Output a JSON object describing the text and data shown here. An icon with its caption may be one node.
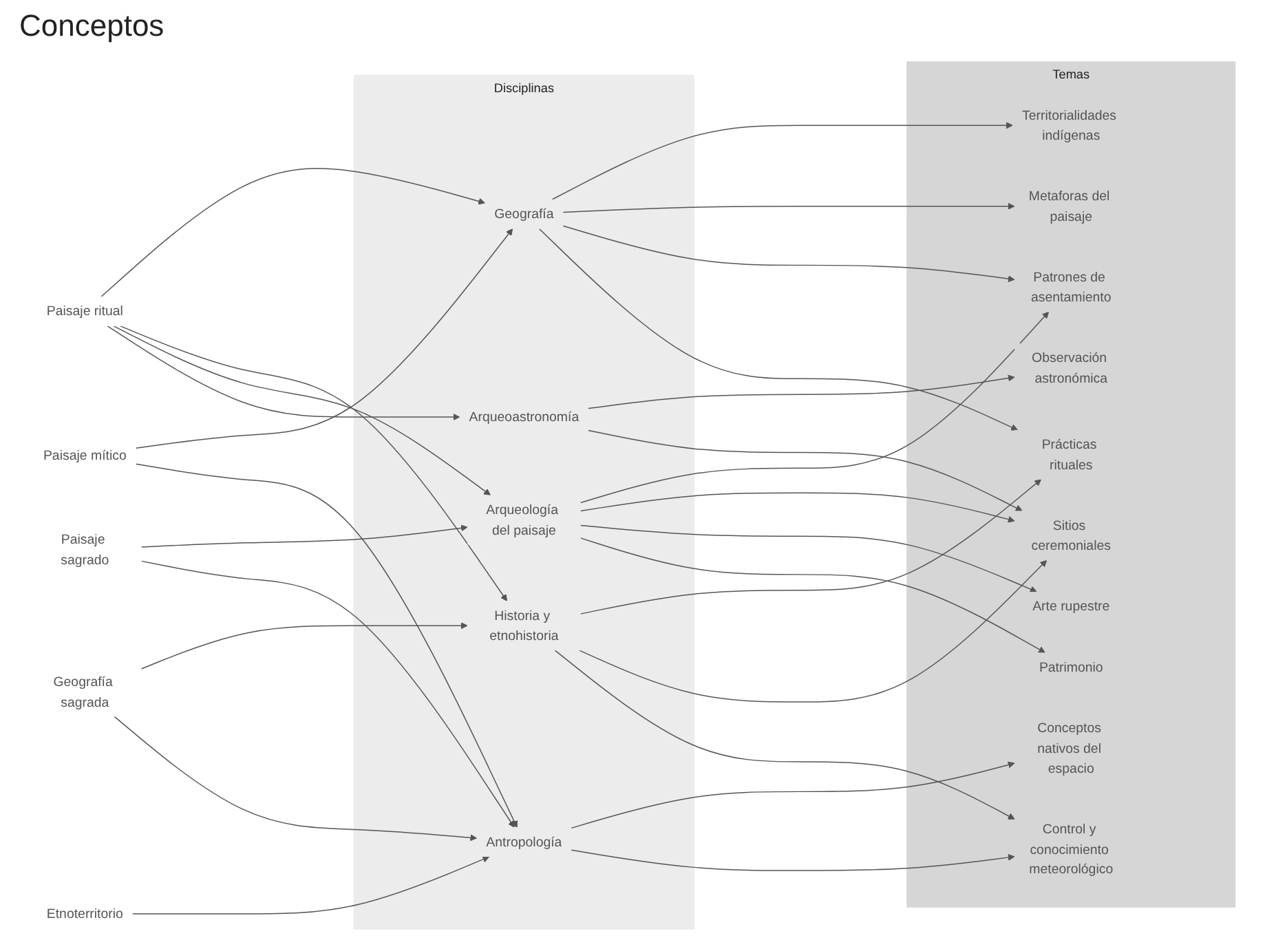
{
  "diagram": {
    "nodes": [
      {
        "text": [
          "Paisaje ritual"
        ]
      },
      {
        "text": [
          "Paisaje sagrado"
        ]
      },
      {
        "text": [
          "Paisaje mítico"
        ]
      },
      {
        "text": [
          "Geografía sagrada"
        ]
      },
      {
        "text": [
          "Etnoterritorio"
        ]
      },
      {
        "text": [
          "Disciplinas"
        ]
      },
      {
        "text": [
          "Geografía"
        ],
        "in": 5
      },
      {
        "text": [
          "Historia y etnohistoria"
        ],
        "in": 5
      },
      {
        "text": [
          "Arqueología del paisaje"
        ],
        "in": 5
      },
      {
        "text": [
          "Arqueoastronomía"
        ],
        "in": 5
      },
      {
        "text": [
          "Antropología"
        ],
        "in": 5
      },
      {
        "text": [
          "Temas"
        ]
      },
      {
        "text": [
          "Territorialidades indígenas"
        ],
        "in": 11
      },
      {
        "text": [
          "Metaforas del paisaje"
        ],
        "in": 11
      },
      {
        "text": [
          "Patrones de asentamiento"
        ],
        "in": 11
      },
      {
        "text": [
          "Prácticas rituales"
        ],
        "in": 11
      },
      {
        "text": [
          "Sitios ceremoniales"
        ],
        "in": 11
      },
      {
        "text": [
          "Arte rupestre"
        ],
        "in": 11
      },
      {
        "text": [
          "Patrimonio"
        ],
        "in": 11
      },
      {
        "text": [
          "Observación astronómica"
        ],
        "in": 11
      },
      {
        "text": [
          "Conceptos nativos del espacio"
        ],
        "in": 11
      },
      {
        "text": [
          "Control y conocimiento meteorológico"
        ],
        "in": 11
      }
    ],
    "edges": [
      {
        "from": 0,
        "to": 6,
        "arrow": "to"
      },
      {
        "from": 0,
        "to": 7,
        "arrow": "to"
      },
      {
        "from": 0,
        "to": 8,
        "arrow": "to"
      },
      {
        "from": 0,
        "to": 9,
        "arrow": "to"
      },
      {
        "from": 1,
        "to": 8,
        "arrow": "to"
      },
      {
        "from": 1,
        "to": 10,
        "arrow": "to"
      },
      {
        "from": 2,
        "to": 6,
        "arrow": "to"
      },
      {
        "from": 2,
        "to": 10,
        "arrow": "to"
      },
      {
        "from": 3,
        "to": 7,
        "arrow": "to"
      },
      {
        "from": 3,
        "to": 10,
        "arrow": "to"
      },
      {
        "from": 4,
        "to": 10,
        "arrow": "to"
      },
      {
        "from": 6,
        "to": 12,
        "arrow": "to"
      },
      {
        "from": 6,
        "to": 13,
        "arrow": "to"
      },
      {
        "from": 6,
        "to": 14,
        "arrow": "to"
      },
      {
        "from": 6,
        "to": 15,
        "arrow": "to"
      },
      {
        "from": 7,
        "to": 15,
        "arrow": "to"
      },
      {
        "from": 7,
        "to": 16,
        "arrow": "to"
      },
      {
        "from": 7,
        "to": 21,
        "arrow": "to"
      },
      {
        "from": 8,
        "to": 14,
        "arrow": "to"
      },
      {
        "from": 8,
        "to": 16,
        "arrow": "to"
      },
      {
        "from": 8,
        "to": 17,
        "arrow": "to"
      },
      {
        "from": 8,
        "to": 18,
        "arrow": "to"
      },
      {
        "from": 9,
        "to": 19,
        "arrow": "to"
      },
      {
        "from": 9,
        "to": 16,
        "arrow": "to"
      },
      {
        "from": 10,
        "to": 20,
        "arrow": "to"
      },
      {
        "from": 10,
        "to": 21,
        "arrow": "to"
      }
    ],
    "labels": [
      "Conceptos"
    ]
  }
}
